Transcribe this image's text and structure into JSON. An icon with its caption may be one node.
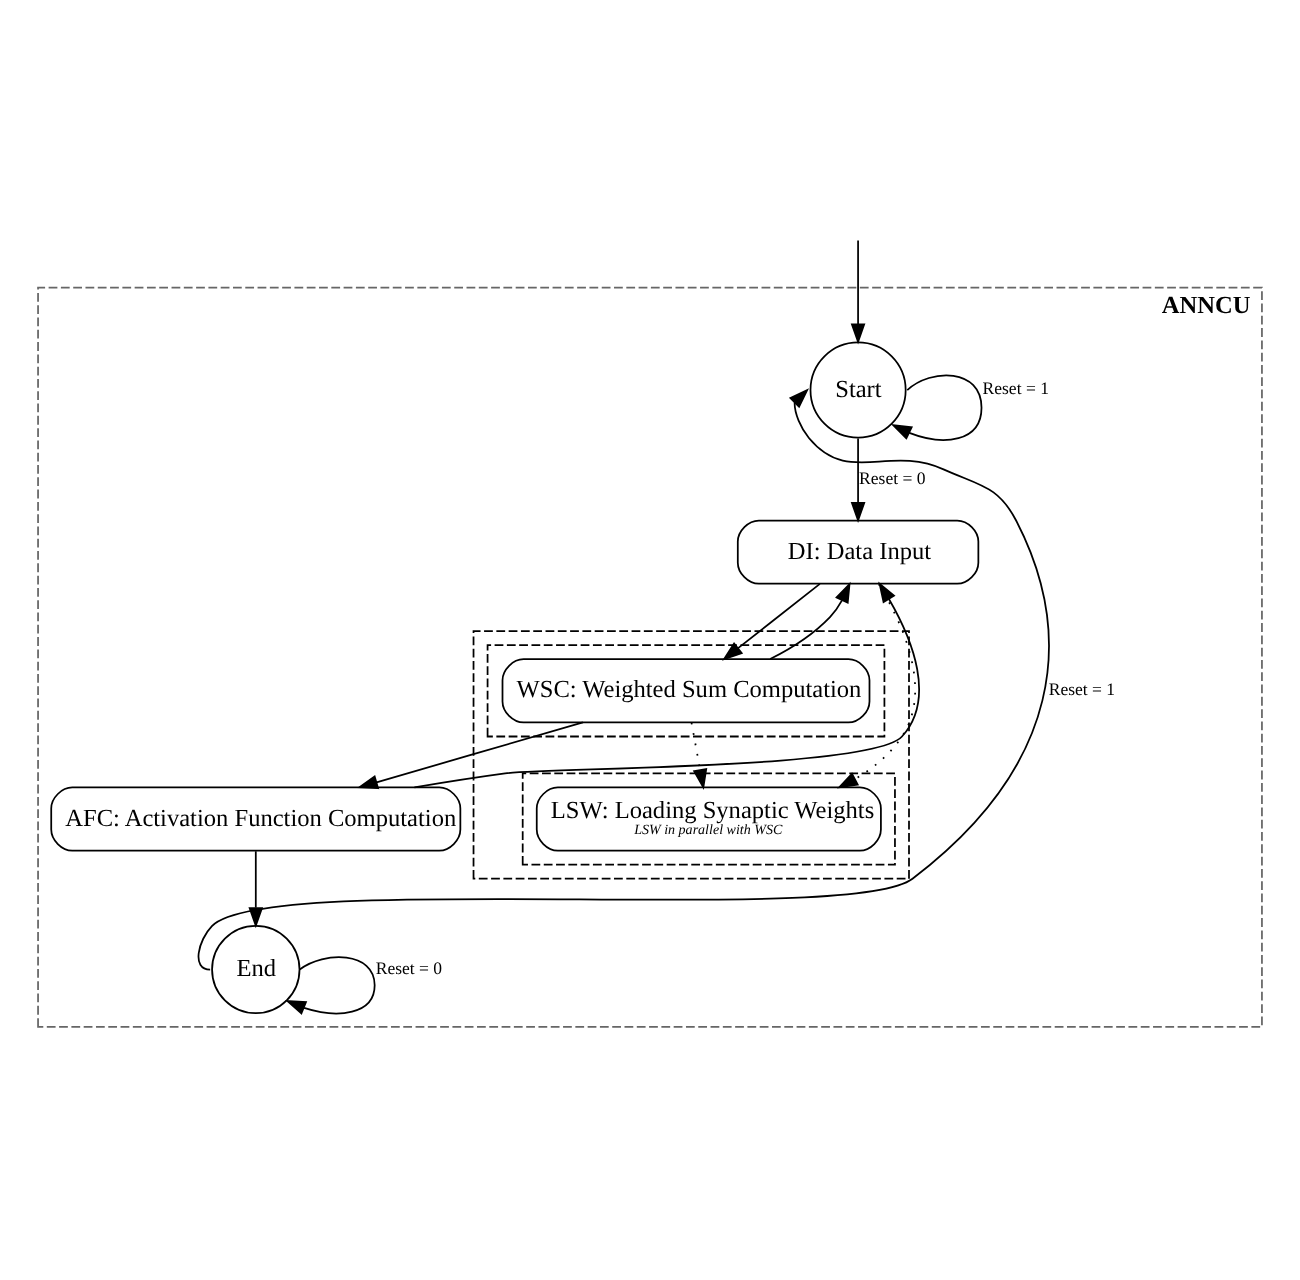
{
  "diagram": {
    "nodes": [
      {
        "text": [
          "ANNCU"
        ]
      },
      {
        "text": [
          "Start"
        ],
        "in": 0
      },
      {
        "text": [
          "DI: Data Input"
        ],
        "in": 0
      },
      {
        "text": [],
        "shape": "box",
        "in": 0
      },
      {
        "text": [],
        "shape": "box",
        "in": 3
      },
      {
        "text": [
          "WSC: Weighted Sum Computation"
        ],
        "in": 4
      },
      {
        "text": [],
        "shape": "box",
        "in": 3
      },
      {
        "text": [
          "LSW: Loading Synaptic Weights",
          "LSW in parallel with WSC"
        ],
        "in": 6
      },
      {
        "text": [
          "AFC: Activation Function Computation"
        ],
        "in": 0
      },
      {
        "text": [
          "End"
        ],
        "in": 0
      }
    ],
    "edges": [
      {
        "from": 1,
        "to": 1,
        "arrow": "to",
        "label": "Reset = 1"
      },
      {
        "from": null,
        "to": 1,
        "arrow": "to"
      },
      {
        "from": 1,
        "to": 2,
        "arrow": "to",
        "label": "Reset = 0"
      },
      {
        "from": 8,
        "to": 2,
        "arrow": "to"
      },
      {
        "from": 5,
        "to": 2,
        "arrow": "to"
      },
      {
        "from": 2,
        "to": 5,
        "arrow": "to"
      },
      {
        "from": 2,
        "to": 7,
        "arrow": "to",
        "style": "dashed"
      },
      {
        "from": 5,
        "to": 7,
        "arrow": "to",
        "style": "dashed"
      },
      {
        "from": 5,
        "to": 8,
        "arrow": "to"
      },
      {
        "from": 8,
        "to": 9,
        "arrow": "to"
      },
      {
        "from": 9,
        "to": 1,
        "arrow": "to",
        "label": "Reset = 1"
      },
      {
        "from": 9,
        "to": 9,
        "arrow": "to",
        "label": "Reset = 0"
      }
    ]
  }
}
